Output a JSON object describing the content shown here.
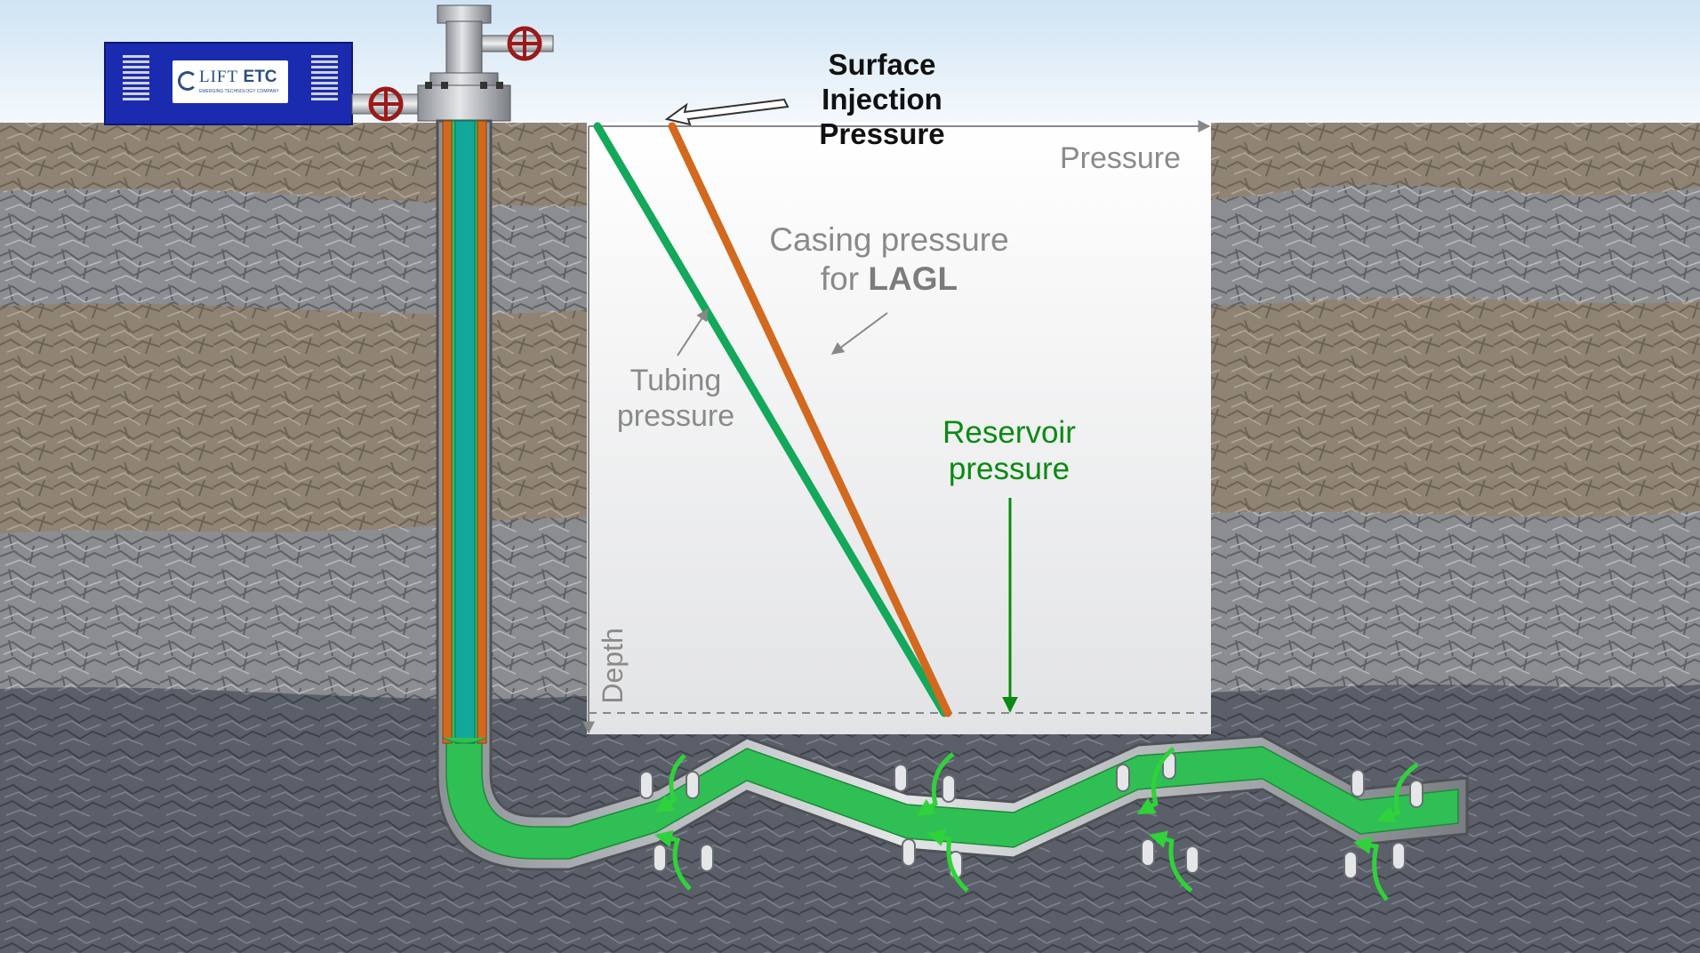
{
  "logo": {
    "name_light": "LIFT",
    "name_bold": "ETC",
    "tagline": "EMERGING TECHNOLOGY COMPANY"
  },
  "labels": {
    "surface_injection": [
      "Surface",
      "Injection",
      "Pressure"
    ],
    "pressure_axis": "Pressure",
    "depth_axis": "Depth",
    "casing_line1": "Casing pressure",
    "casing_line2_prefix": "for ",
    "casing_line2_bold": "LAGL",
    "tubing": [
      "Tubing",
      "pressure"
    ],
    "reservoir": [
      "Reservoir",
      "pressure"
    ]
  },
  "colors": {
    "tubing": "#13a85a",
    "casing": "#d2691e",
    "reservoir": "#0a8a12",
    "well_fluid": "#2fbf55"
  }
}
